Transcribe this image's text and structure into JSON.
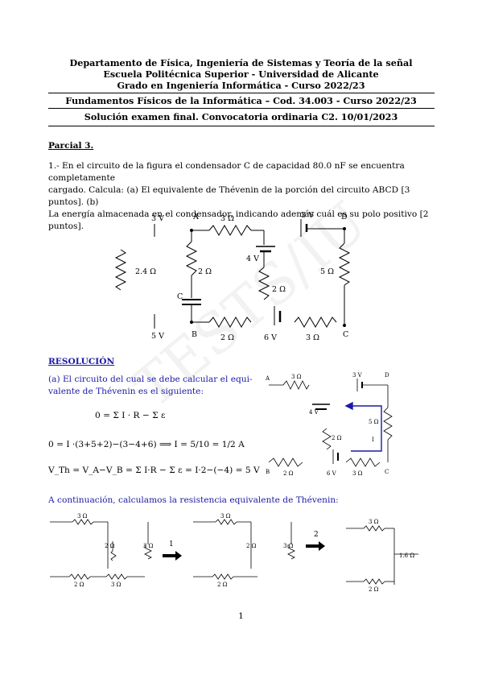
{
  "header": {
    "line1": "Departamento de Física, Ingeniería de Sistemas y Teoría de la señal",
    "line2": "Escuela Politécnica Superior - Universidad de Alicante",
    "line3": "Grado en Ingeniería Informática - Curso 2022/23",
    "course": "Fundamentos Físicos de la Informática – Cod. 34.003 - Curso 2022/23",
    "exam": "Solución examen final. Convocatoria ordinaria C2. 10/01/2023"
  },
  "section": "Parcial 3.",
  "problem": {
    "line1": "1.- En el circuito de la figura el condensador C de capacidad 80.0 nF se encuentra completamente",
    "line2": "cargado. Calcula: (a) El equivalente de Thévenin de la porción del circuito ABCD [3 puntos]. (b)",
    "line3": "La energía almacenada en el condensador, indicando además cuál es su polo positivo [2 puntos]."
  },
  "circuit1": {
    "v3_left": "3 V",
    "A": "A",
    "r3_top": "3 Ω",
    "v3_right": "3 V",
    "D": "D",
    "r24": "2.4 Ω",
    "r2_left": "2 Ω",
    "v4": "4 V",
    "r5": "5 Ω",
    "C_cap": "C",
    "r2_mid": "2 Ω",
    "v5": "5 V",
    "B": "B",
    "r2_bottom": "2 Ω",
    "v6": "6 V",
    "r3_bottom": "3 Ω",
    "C_node": "C"
  },
  "resolution": {
    "title": "RESOLUCIÓN",
    "intro1": "(a) El circuito del cual se debe calcular el equi-",
    "intro2": "valente de Thévenin es el siguiente:",
    "eq1": "0 = Σ I · R − Σ ε",
    "eq2": "0 = I ·(3+5+2)−(3−4+6) ⟹ I = 5/10 = 1/2 A",
    "eq3": "V_Th = V_A−V_B = Σ I·R − Σ ε = I·2−(−4) = 5 V",
    "resist_text": "A continuación, calculamos la resistencia equivalente de Thévenin:"
  },
  "circuit2": {
    "A": "A",
    "r3": "3 Ω",
    "v3": "3 V",
    "D": "D",
    "v4": "4 V",
    "r5": "5 Ω",
    "r2": "2 Ω",
    "I": "I",
    "B": "B",
    "r2b": "2 Ω",
    "v6": "6 V",
    "r3b": "3 Ω",
    "C": "C"
  },
  "reduction": {
    "s1_r3": "3 Ω",
    "s1_r2": "2 Ω",
    "s1_r3b": "3 Ω",
    "s1_r2b": "2 Ω",
    "s1_r3c": "3 Ω",
    "step1": "1",
    "s2_r3": "3 Ω",
    "s2_r2": "2 Ω",
    "s2_r3b": "3 Ω",
    "s2_r2b": "2 Ω",
    "step2": "2",
    "s3_r3": "3 Ω",
    "s3_r16": "1.6 Ω",
    "s3_r2": "2 Ω"
  },
  "page_number": "1"
}
